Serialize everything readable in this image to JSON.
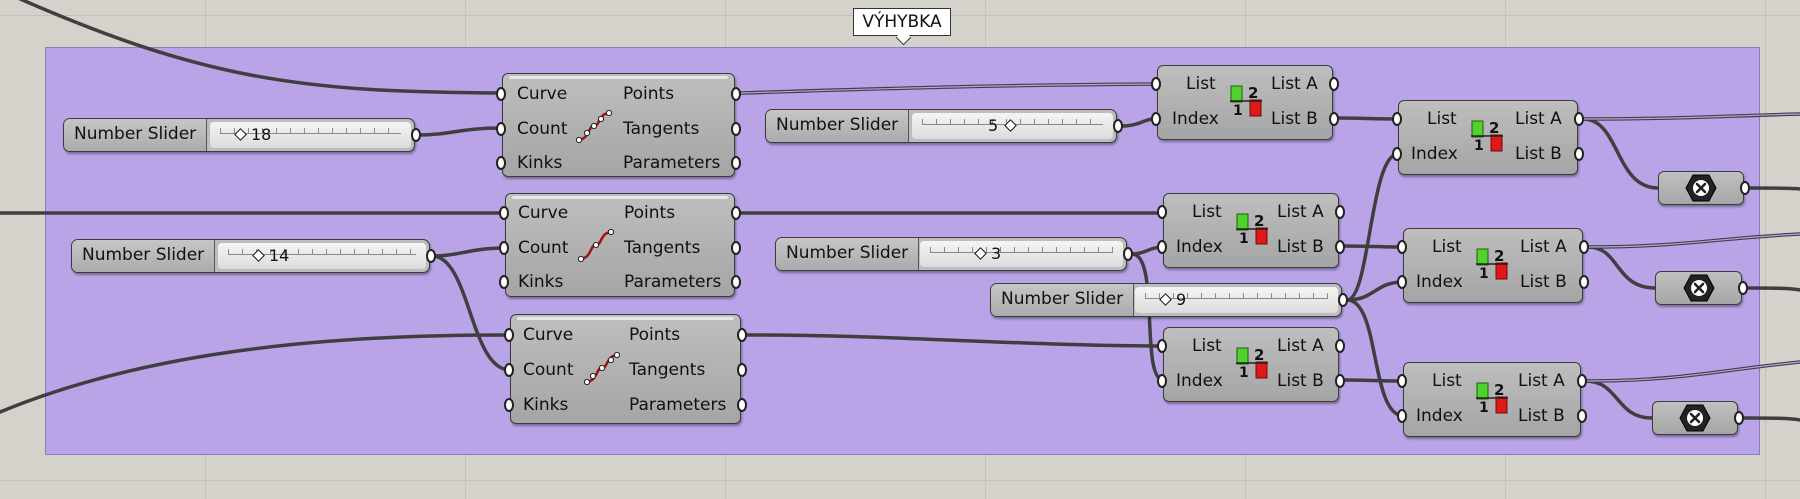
{
  "group": {
    "label": "VÝHYBKA",
    "color": "#b8a4e6"
  },
  "divide_curve": {
    "inputs": [
      "Curve",
      "Count",
      "Kinks"
    ],
    "outputs": [
      "Points",
      "Tangents",
      "Parameters"
    ]
  },
  "list_item": {
    "inputs": [
      "List",
      "Index"
    ],
    "outputs": [
      "List A",
      "List B"
    ],
    "icon_numbers": [
      "2",
      "1"
    ]
  },
  "sliders": [
    {
      "name": "Number Slider",
      "value": "18"
    },
    {
      "name": "Number Slider",
      "value": "14"
    },
    {
      "name": "Number Slider",
      "value": "5"
    },
    {
      "name": "Number Slider",
      "value": "3"
    },
    {
      "name": "Number Slider",
      "value": "9"
    }
  ],
  "cull_icon": "close-hexagon-icon",
  "wire_color": "#3f3f3f"
}
